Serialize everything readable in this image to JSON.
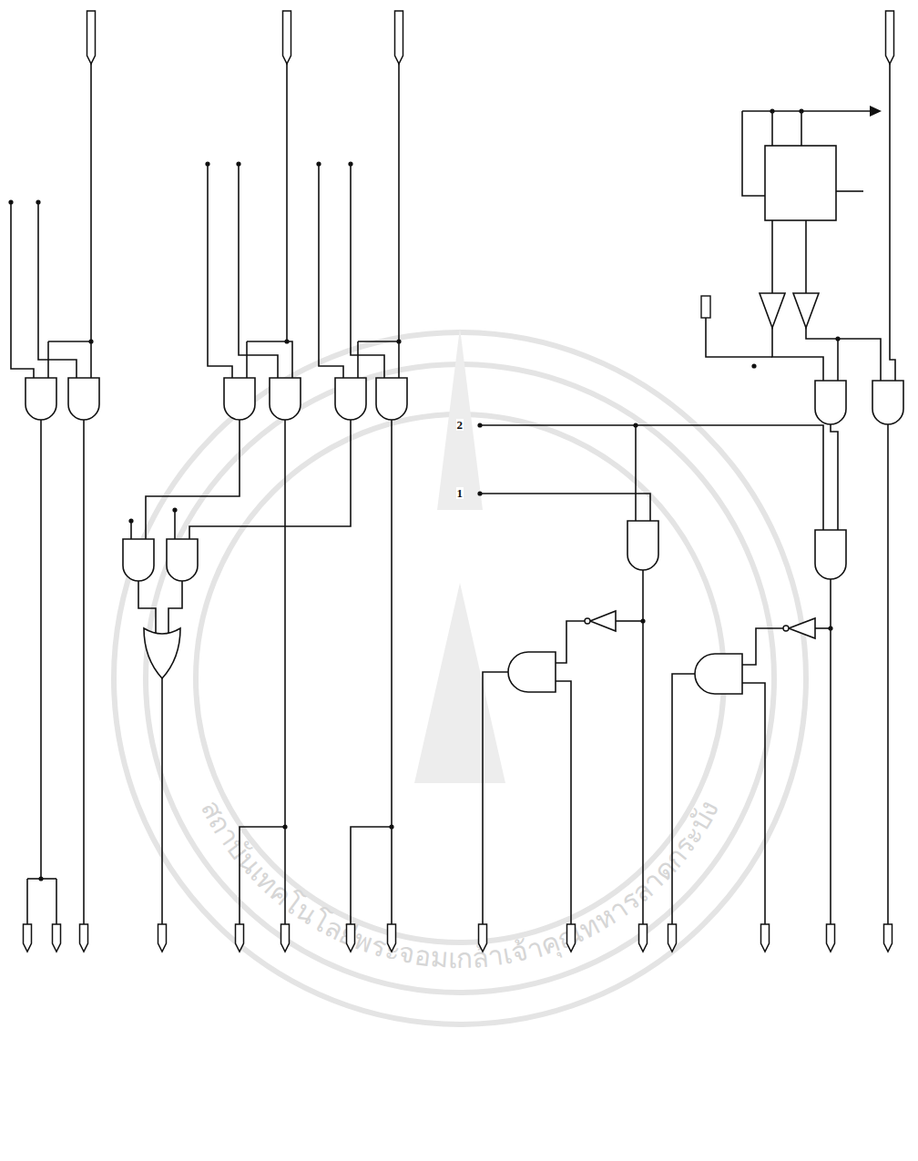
{
  "diagram": {
    "labels": [
      "2",
      "1",
      "สถาบันเทคโนโลยีพระจอมเกล้าเจ้าคุณทหารลาดกระบัง"
    ]
  }
}
